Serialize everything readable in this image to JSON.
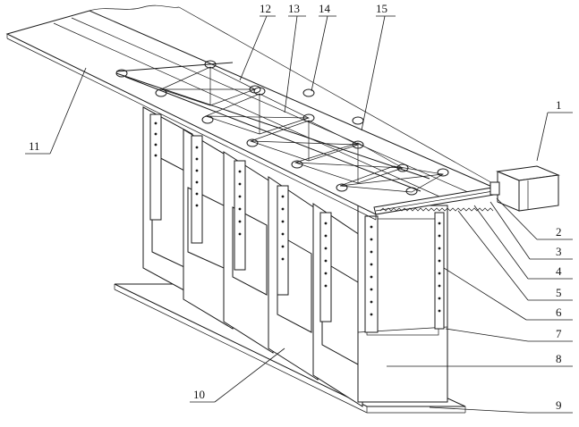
{
  "figure": {
    "labels": {
      "l1": "1",
      "l2": "2",
      "l3": "3",
      "l4": "4",
      "l5": "5",
      "l6": "6",
      "l7": "7",
      "l8": "8",
      "l9": "9",
      "l10": "10",
      "l11": "11",
      "l12": "12",
      "l13": "13",
      "l14": "14",
      "l15": "15"
    }
  }
}
